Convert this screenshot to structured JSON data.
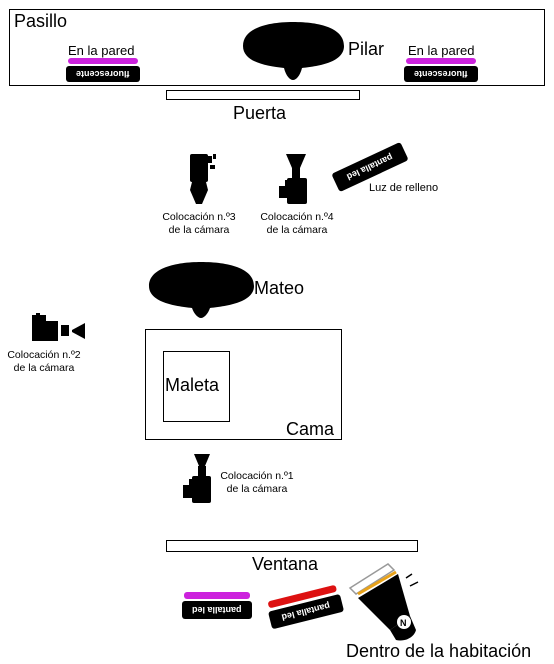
{
  "hallway": {
    "label": "Pasillo",
    "pillar_label": "Pilar",
    "left_note": "En la pared",
    "right_note": "En la pared",
    "left_light": "fluorescente",
    "right_light": "fluorescente"
  },
  "door_label": "Puerta",
  "cameras": {
    "cam3": "Colocación n.º3\nde la cámara",
    "cam4": "Colocación n.º4\nde la cámara",
    "cam2": "Colocación n.º2\nde la cámara",
    "cam1": "Colocación n.º1\nde la cámara"
  },
  "fill_light": {
    "panel_text": "pantalla led",
    "label": "Luz de relleno"
  },
  "person_label": "Mateo",
  "bed_label": "Cama",
  "suitcase_label": "Maleta",
  "window_label": "Ventana",
  "window_lights": {
    "led1": "pantalla led",
    "led2": "pantalla led",
    "strobe_mark": "N"
  },
  "footer_label": "Dentro de la habitación",
  "colors": {
    "purple": "#cc22dd",
    "red": "#dd1111",
    "orange": "#e8a21a",
    "black": "#000000"
  }
}
